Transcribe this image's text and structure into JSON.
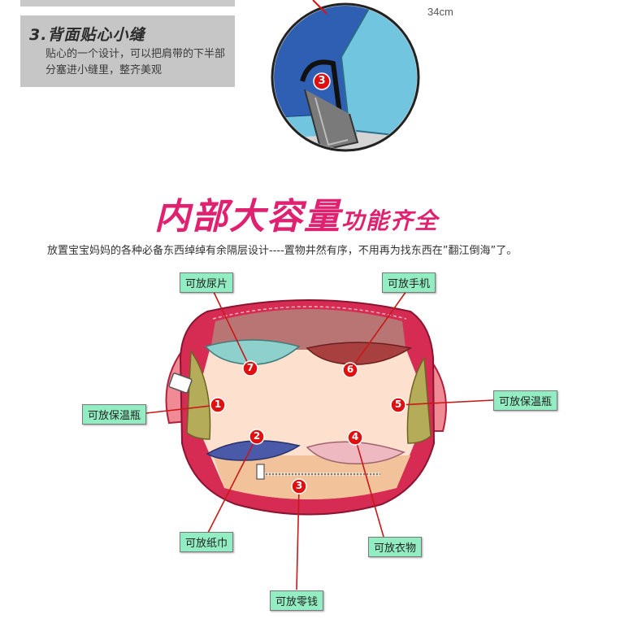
{
  "feature": {
    "title": "3.背面贴心小缝",
    "description": "贴心的一个设计，可以把肩带的下半部分塞进小缝里，整齐美观"
  },
  "detail_view": {
    "dimension": "34cm",
    "marker": "3"
  },
  "section": {
    "title_main": "内部大容量",
    "title_sub": "功能齐全",
    "description": "放置宝宝妈妈的各种必备东西绰绰有余隔层设计----置物井然有序，不用再为找东西在”翻江倒海”了。"
  },
  "pockets": [
    {
      "number": "1",
      "label": "可放保温瓶"
    },
    {
      "number": "2",
      "label": "可放纸巾"
    },
    {
      "number": "3",
      "label": "可放零钱"
    },
    {
      "number": "4",
      "label": "可放衣物"
    },
    {
      "number": "5",
      "label": "可放保温瓶"
    },
    {
      "number": "6",
      "label": "可放手机"
    },
    {
      "number": "7",
      "label": "可放尿片"
    }
  ],
  "colors": {
    "headline": "#e0216f",
    "bag_outer": "#d62b52",
    "label_bg": "#92edc2",
    "marker": "#e01010"
  }
}
